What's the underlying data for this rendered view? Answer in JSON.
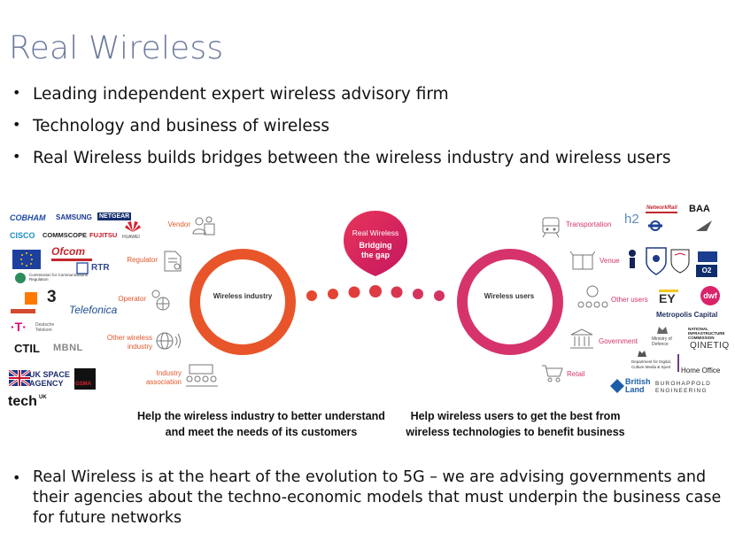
{
  "title": "Real Wireless",
  "bullets": [
    "Leading independent expert wireless advisory firm",
    "Technology and business of wireless",
    "Real Wireless builds bridges between the wireless industry and wireless users"
  ],
  "diagram": {
    "left_circle": "Wireless industry",
    "right_circle": "Wireless users",
    "bubble_title": "Real Wireless",
    "bubble_sub": "Bridging the gap",
    "industry_categories": [
      "Vendor",
      "Regulator",
      "Operator",
      "Other wireless industry",
      "Industry association"
    ],
    "user_categories": [
      "Transportation",
      "Venue",
      "Other users",
      "Government",
      "Retail"
    ],
    "left_logos": {
      "cobham": "COBHAM",
      "samsung": "SAMSUNG",
      "netgear": "NETGEAR",
      "cisco": "CISCO",
      "commscope": "COMMSCOPE",
      "fujitsu": "FUJITSU",
      "huawei": "HUAWEI",
      "ofcom": "Ofcom",
      "rtr": "RTR",
      "comreg": "Commission for Communications Regulation",
      "three": "3",
      "telefonica": "Telefonica",
      "telekom": "Deutsche Telekom",
      "ctil": "CTIL",
      "mbnl": "MBNL",
      "ukspace": "UK SPACE AGENCY",
      "gsma": "GSMA",
      "techuk": "tech",
      "techuk_sup": "UK"
    },
    "right_logos": {
      "networkrail": "NetworkRail",
      "baa": "BAA",
      "h2": "h2",
      "ey": "EY",
      "dwf": "dwf",
      "metropolis": "Metropolis Capital",
      "o2": "O2",
      "mod": "Ministry of Defence",
      "nic": "NATIONAL INFRASTRUCTURE COMMISSION",
      "qinetiq": "QINETIQ",
      "dcms": "Department for Digital, Culture Media & Sport",
      "homeoffice": "Home Office",
      "britishland": "British Land",
      "burohappold": "BUROHAPPOLD ENGINEERING"
    },
    "left_caption": "Help the wireless industry to better understand and meet the needs of its customers",
    "right_caption": "Help wireless users to get the best from wireless technologies to benefit business"
  },
  "bottom_bullet": "Real Wireless is at the heart of the evolution to 5G – we are advising governments and their agencies about the techno-economic models that must underpin the business case for future networks",
  "colors": {
    "title": "#6d7a9c",
    "industry": "#e2572a",
    "users": "#d6336c"
  }
}
